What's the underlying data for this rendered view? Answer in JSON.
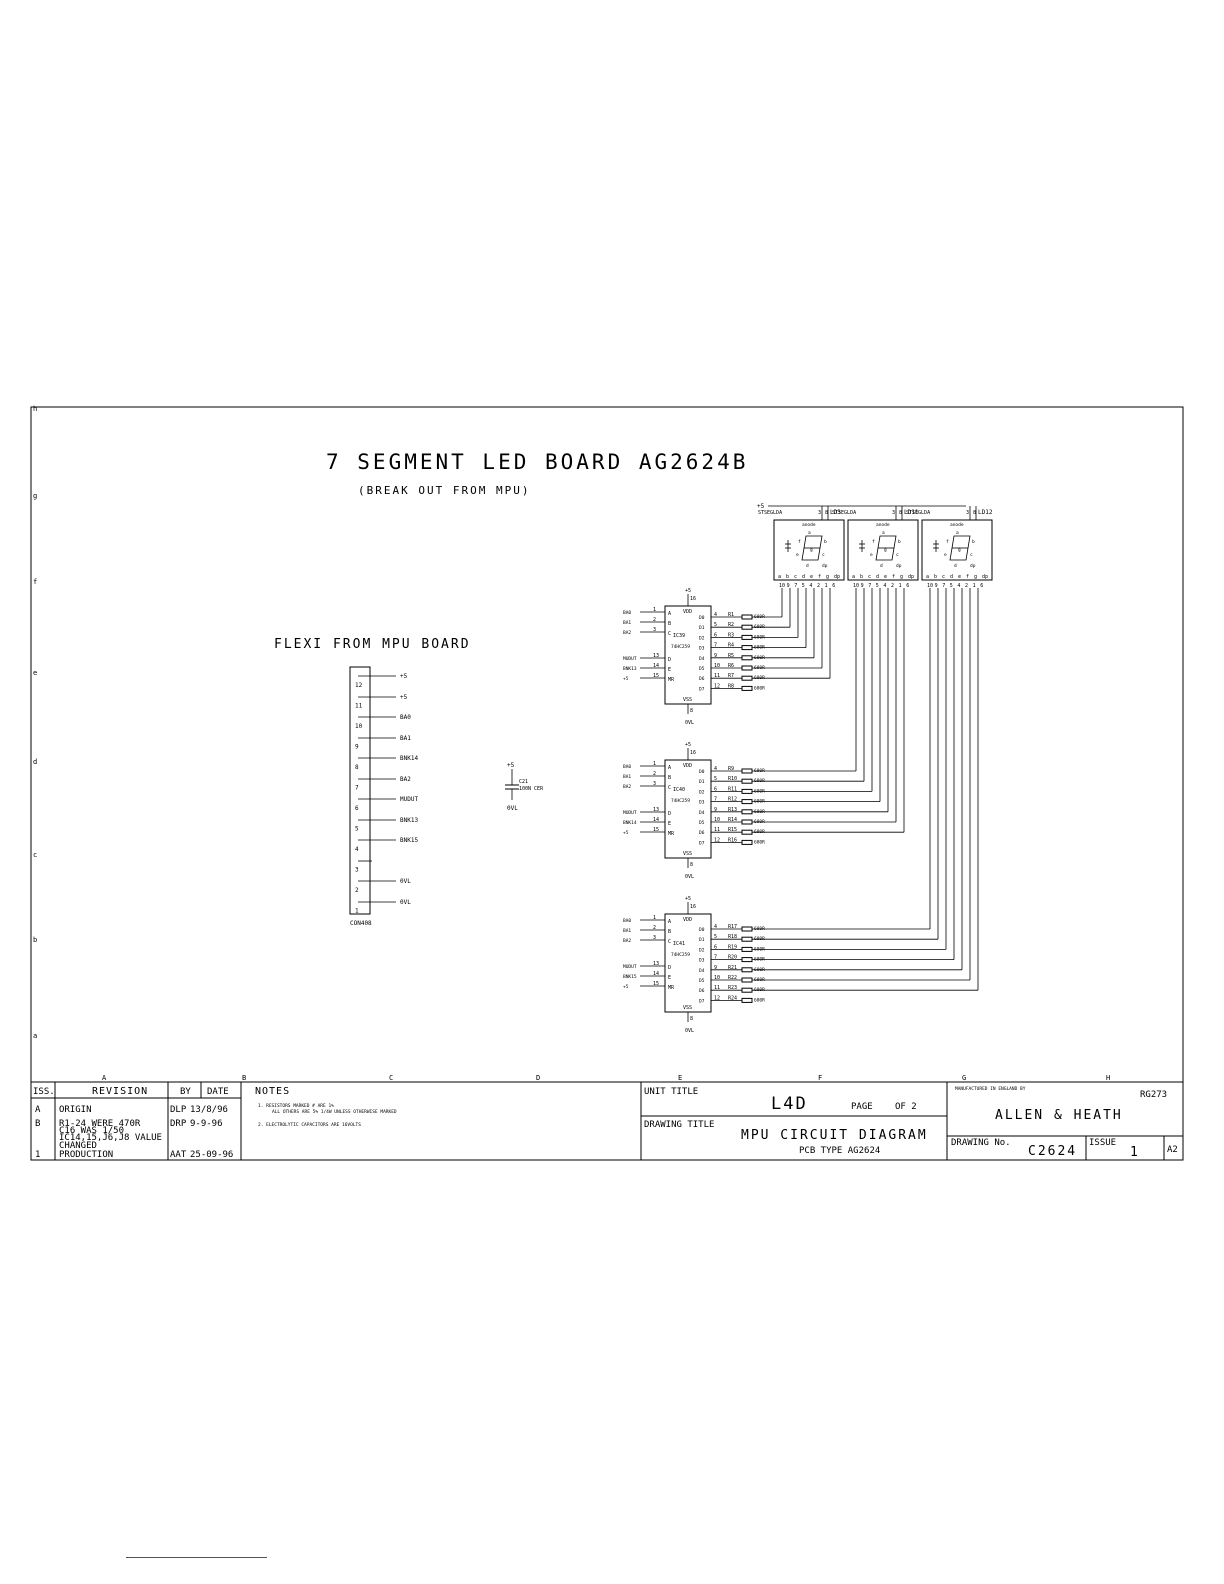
{
  "title": "7 SEGMENT LED BOARD AG2624B",
  "subtitle": "(BREAK OUT FROM MPU)",
  "flexi_title": "FLEXI FROM MPU BOARD",
  "grid": {
    "rows": [
      "h",
      "g",
      "f",
      "e",
      "d",
      "c",
      "b",
      "a"
    ],
    "cols": [
      "A",
      "B",
      "C",
      "D",
      "E",
      "F",
      "G",
      "H"
    ]
  },
  "connector": {
    "ref": "CON408",
    "pin_numbers": [
      "12",
      "11",
      "10",
      "9",
      "8",
      "7",
      "6",
      "5",
      "4",
      "3",
      "2",
      "1"
    ],
    "signals": [
      "+5",
      "+5",
      "BA0",
      "BA1",
      "BNK14",
      "BA2",
      "MUDUT",
      "BNK13",
      "BNK15",
      "0VL",
      "0VL"
    ]
  },
  "capacitor": {
    "ref": "C21",
    "value": "100N CER",
    "top": "+5",
    "bottom": "0VL"
  },
  "displays": [
    {
      "ref": "LD3",
      "part": "STSEGLDA"
    },
    {
      "ref": "LD11",
      "part": "STSEGLDA"
    },
    {
      "ref": "LD12",
      "part": "STSEGLDA"
    }
  ],
  "display_common": {
    "supply": "+5",
    "anode": "anode",
    "common_pins": [
      "3",
      "8"
    ],
    "seg_labels": [
      "a",
      "b",
      "c",
      "d",
      "e",
      "f",
      "g",
      "dp"
    ],
    "pin_numbers": [
      "10",
      "9",
      "7",
      "5",
      "4",
      "2",
      "1",
      "6"
    ]
  },
  "chips": [
    {
      "ref": "IC39",
      "part": "74HC259",
      "resistors": [
        "R1",
        "R2",
        "R3",
        "R4",
        "R5",
        "R6",
        "R7",
        "R8"
      ],
      "e_input": "BNK13"
    },
    {
      "ref": "IC40",
      "part": "74HC259",
      "resistors": [
        "R9",
        "R10",
        "R11",
        "R12",
        "R13",
        "R14",
        "R15",
        "R16"
      ],
      "e_input": "BNK14"
    },
    {
      "ref": "IC41",
      "part": "74HC259",
      "resistors": [
        "R17",
        "R18",
        "R19",
        "R20",
        "R21",
        "R22",
        "R23",
        "R24"
      ],
      "e_input": "BNK15"
    }
  ],
  "chip_common": {
    "vdd": "VDD",
    "vss": "VSS",
    "top_pin": "16",
    "bottom_pin": "8",
    "top_net": "+5",
    "bottom_net": "0VL",
    "in_pins": [
      "1",
      "2",
      "3",
      "13",
      "14",
      "15"
    ],
    "in_nets": [
      "BA0",
      "BA1",
      "BA2",
      "MUDUT",
      "",
      "+5"
    ],
    "in_labels": [
      "A",
      "B",
      "C",
      "D",
      "E",
      "MR"
    ],
    "out_pins": [
      "4",
      "5",
      "6",
      "7",
      "9",
      "10",
      "11",
      "12"
    ],
    "out_labels": [
      "D0",
      "D1",
      "D2",
      "D3",
      "D4",
      "D5",
      "D6",
      "D7"
    ],
    "resistor_value": "680R"
  },
  "title_block": {
    "iss_header": "ISS.",
    "revision_header": "REVISION",
    "by_header": "BY",
    "date_header": "DATE",
    "notes_header": "NOTES",
    "revisions": [
      {
        "iss": "A",
        "revision": "ORIGIN",
        "by": "DLP",
        "date": "13/8/96"
      },
      {
        "iss": "B",
        "revision": "R1-24 WERE 470R",
        "by": "DRP",
        "date": "9-9-96"
      },
      {
        "iss": "",
        "revision": "C16 WAS 1/50",
        "by": "",
        "date": ""
      },
      {
        "iss": "",
        "revision": "IC14,15,J6,J8 VALUE",
        "by": "",
        "date": ""
      },
      {
        "iss": "",
        "revision": "CHANGED",
        "by": "",
        "date": ""
      },
      {
        "iss": "1",
        "revision": "PRODUCTION",
        "by": "AAT",
        "date": "25-09-96"
      }
    ],
    "notes": [
      "1. RESISTORS MARKED # ARE 1%",
      "ALL OTHERS ARE 5% 1/4W UNLESS OTHERWISE MARKED",
      "2. ELECTROLYTIC CAPACITORS ARE 16VOLTS"
    ],
    "unit_title_label": "UNIT TITLE",
    "unit_title": "L4D",
    "page_label": "PAGE",
    "page_of": "OF 2",
    "drawing_title_label": "DRAWING TITLE",
    "drawing_title": "MPU CIRCUIT DIAGRAM",
    "pcb_type": "PCB TYPE AG2624",
    "manufactured": "MANUFACTURED IN ENGLAND BY",
    "company": "ALLEN & HEATH",
    "ref_code": "RG273",
    "drawing_no_label": "DRAWING No.",
    "drawing_no": "C2624",
    "issue_label": "ISSUE",
    "issue": "1",
    "size": "A2"
  }
}
